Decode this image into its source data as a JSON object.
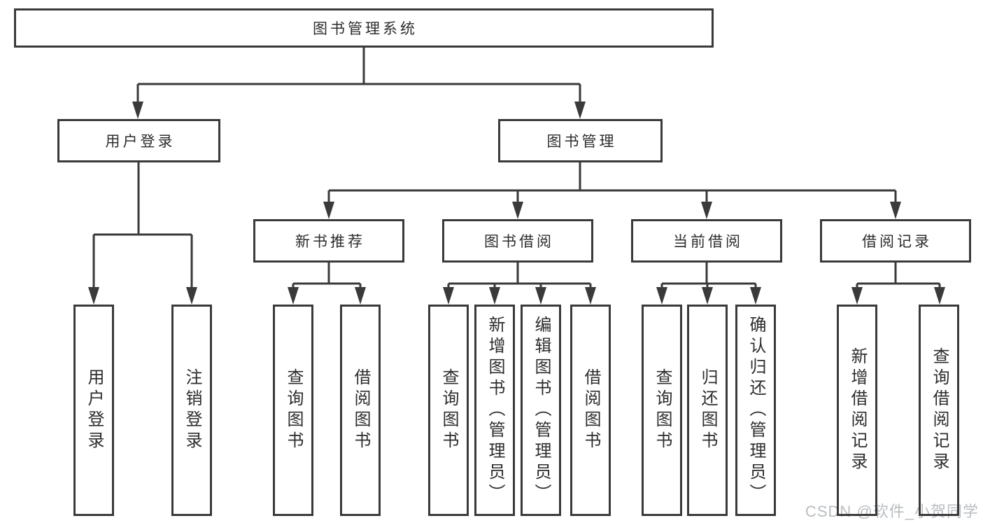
{
  "watermark": "CSDN @软件_小贺同学",
  "colors": {
    "line": "#3a3a3c",
    "text": "#2d2d2f",
    "watermark_text": "#b9bdc0",
    "background": "#ffffff"
  },
  "nodes": {
    "root": "图书管理系统",
    "user_login": "用户登录",
    "book_management": "图书管理",
    "new_book_recommend": "新书推荐",
    "book_borrow": "图书借阅",
    "current_borrow": "当前借阅",
    "borrow_record": "借阅记录",
    "user_login_leaf": "用户登录",
    "logout": "注销登录",
    "nbr_query_book": "查询图书",
    "nbr_borrow_book": "借阅图书",
    "bb_query_book": "查询图书",
    "bb_add_book": "新增图书（管理员）",
    "bb_edit_book": "编辑图书（管理员）",
    "bb_borrow_book": "借阅图书",
    "cb_query_book": "查询图书",
    "cb_return_book": "归还图书",
    "cb_confirm_return": "确认归还（管理员）",
    "br_add_record": "新增借阅记录",
    "br_query_record": "查询借阅记录"
  }
}
